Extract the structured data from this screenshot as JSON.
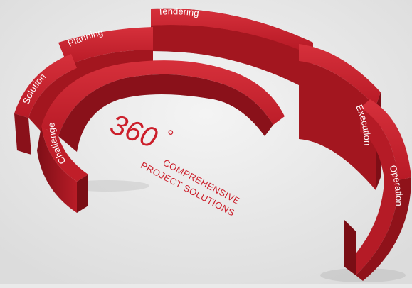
{
  "graphic": {
    "segments": [
      {
        "label": "Challenge"
      },
      {
        "label": "Solution"
      },
      {
        "label": "Planning"
      },
      {
        "label": "Tendering"
      },
      {
        "label": "Execution"
      },
      {
        "label": "Operation"
      }
    ],
    "headline": {
      "big": "360",
      "degree": "°",
      "line1": "COMPREHENSIVE",
      "line2": "PROJECT SOLUTIONS"
    },
    "colors": {
      "top": "#c8202d",
      "side": "#9e1520",
      "inner": "#8a111a",
      "text": "#cc1f2b",
      "background": "#eaeaea"
    }
  }
}
